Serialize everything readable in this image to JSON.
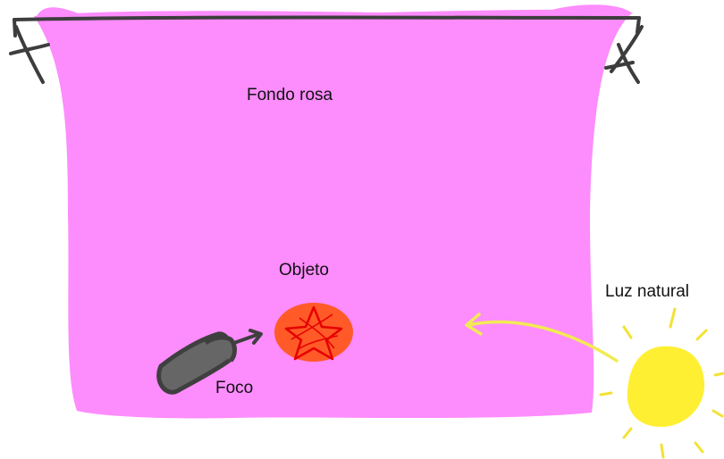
{
  "labels": {
    "backdrop": "Fondo rosa",
    "object": "Objeto",
    "natural_light": "Luz natural",
    "spotlight": "Foco"
  },
  "colors": {
    "backdrop": "#fd8cfd",
    "object_fill": "#ff5a28",
    "object_star": "#e60000",
    "sun": "#ffef33",
    "sun_rays": "#f3e233",
    "light_arrow": "#f2ea55",
    "lamp": "#3f3f3f",
    "lamp_fill": "#666666",
    "bar": "#3d3d3d"
  },
  "icons": {
    "sun": "sun-icon",
    "spotlight": "spotlight-icon",
    "object": "object-icon",
    "backdrop_stand_left": "stand-left-icon",
    "backdrop_stand_right": "stand-right-icon"
  }
}
